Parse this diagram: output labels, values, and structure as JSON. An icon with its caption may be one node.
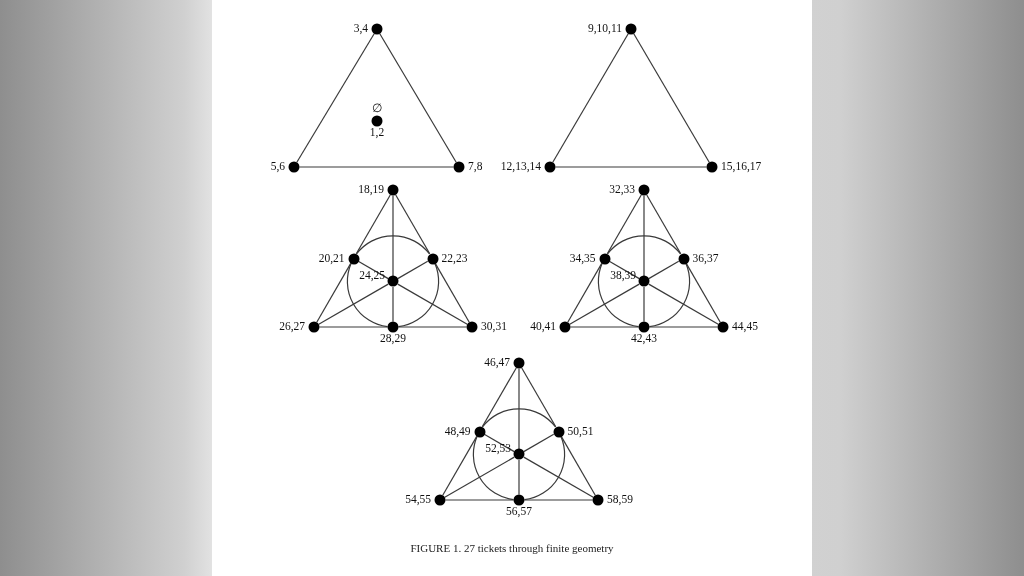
{
  "diagram": {
    "caption": "FIGURE 1. 27 tickets through finite geometry",
    "nodes": [
      {
        "text": [],
        "shape": "circle",
        "beside": [
          "3,4"
        ]
      },
      {
        "text": [],
        "shape": "circle",
        "beside": [
          "∅",
          "1,2"
        ]
      },
      {
        "text": [],
        "shape": "circle",
        "beside": [
          "5,6"
        ]
      },
      {
        "text": [],
        "shape": "circle",
        "beside": [
          "7,8"
        ]
      },
      {
        "text": [],
        "shape": "circle",
        "beside": [
          "9,10,11"
        ]
      },
      {
        "text": [],
        "shape": "circle",
        "beside": [
          "12,13,14"
        ]
      },
      {
        "text": [],
        "shape": "circle",
        "beside": [
          "15,16,17"
        ]
      },
      {
        "text": [],
        "shape": "circle",
        "beside": [
          "18,19"
        ]
      },
      {
        "text": [],
        "shape": "circle",
        "beside": [
          "20,21"
        ]
      },
      {
        "text": [],
        "shape": "circle",
        "beside": [
          "22,23"
        ]
      },
      {
        "text": [],
        "shape": "circle",
        "beside": [
          "24,25"
        ]
      },
      {
        "text": [],
        "shape": "circle",
        "beside": [
          "26,27"
        ]
      },
      {
        "text": [],
        "shape": "circle",
        "beside": [
          "28,29"
        ]
      },
      {
        "text": [],
        "shape": "circle",
        "beside": [
          "30,31"
        ]
      },
      {
        "text": [],
        "shape": "circle",
        "beside": [
          "32,33"
        ]
      },
      {
        "text": [],
        "shape": "circle",
        "beside": [
          "34,35"
        ]
      },
      {
        "text": [],
        "shape": "circle",
        "beside": [
          "36,37"
        ]
      },
      {
        "text": [],
        "shape": "circle",
        "beside": [
          "38,39"
        ]
      },
      {
        "text": [],
        "shape": "circle",
        "beside": [
          "40,41"
        ]
      },
      {
        "text": [],
        "shape": "circle",
        "beside": [
          "42,43"
        ]
      },
      {
        "text": [],
        "shape": "circle",
        "beside": [
          "44,45"
        ]
      },
      {
        "text": [],
        "shape": "circle",
        "beside": [
          "46,47"
        ]
      },
      {
        "text": [],
        "shape": "circle",
        "beside": [
          "48,49"
        ]
      },
      {
        "text": [],
        "shape": "circle",
        "beside": [
          "50,51"
        ]
      },
      {
        "text": [],
        "shape": "circle",
        "beside": [
          "52,53"
        ]
      },
      {
        "text": [],
        "shape": "circle",
        "beside": [
          "54,55"
        ]
      },
      {
        "text": [],
        "shape": "circle",
        "beside": [
          "56,57"
        ]
      },
      {
        "text": [],
        "shape": "circle",
        "beside": [
          "58,59"
        ]
      }
    ],
    "edges": [
      {
        "from": 0,
        "to": 2,
        "arrow": "none"
      },
      {
        "from": 0,
        "to": 3,
        "arrow": "none"
      },
      {
        "from": 2,
        "to": 3,
        "arrow": "none"
      },
      {
        "from": 4,
        "to": 5,
        "arrow": "none"
      },
      {
        "from": 4,
        "to": 6,
        "arrow": "none"
      },
      {
        "from": 5,
        "to": 6,
        "arrow": "none"
      },
      {
        "from": 7,
        "to": 8,
        "arrow": "none"
      },
      {
        "from": 8,
        "to": 11,
        "arrow": "none"
      },
      {
        "from": 7,
        "to": 9,
        "arrow": "none"
      },
      {
        "from": 9,
        "to": 13,
        "arrow": "none"
      },
      {
        "from": 11,
        "to": 12,
        "arrow": "none"
      },
      {
        "from": 12,
        "to": 13,
        "arrow": "none"
      },
      {
        "from": 7,
        "to": 10,
        "arrow": "none"
      },
      {
        "from": 10,
        "to": 12,
        "arrow": "none"
      },
      {
        "from": 8,
        "to": 10,
        "arrow": "none"
      },
      {
        "from": 10,
        "to": 13,
        "arrow": "none"
      },
      {
        "from": 9,
        "to": 10,
        "arrow": "none"
      },
      {
        "from": 10,
        "to": 11,
        "arrow": "none"
      },
      {
        "from": 8,
        "to": 9,
        "arrow": "none"
      },
      {
        "from": 9,
        "to": 12,
        "arrow": "none"
      },
      {
        "from": 12,
        "to": 8,
        "arrow": "none"
      },
      {
        "from": 14,
        "to": 15,
        "arrow": "none"
      },
      {
        "from": 15,
        "to": 18,
        "arrow": "none"
      },
      {
        "from": 14,
        "to": 16,
        "arrow": "none"
      },
      {
        "from": 16,
        "to": 20,
        "arrow": "none"
      },
      {
        "from": 18,
        "to": 19,
        "arrow": "none"
      },
      {
        "from": 19,
        "to": 20,
        "arrow": "none"
      },
      {
        "from": 14,
        "to": 17,
        "arrow": "none"
      },
      {
        "from": 17,
        "to": 19,
        "arrow": "none"
      },
      {
        "from": 15,
        "to": 17,
        "arrow": "none"
      },
      {
        "from": 17,
        "to": 20,
        "arrow": "none"
      },
      {
        "from": 16,
        "to": 17,
        "arrow": "none"
      },
      {
        "from": 17,
        "to": 18,
        "arrow": "none"
      },
      {
        "from": 15,
        "to": 16,
        "arrow": "none"
      },
      {
        "from": 16,
        "to": 19,
        "arrow": "none"
      },
      {
        "from": 19,
        "to": 15,
        "arrow": "none"
      },
      {
        "from": 21,
        "to": 22,
        "arrow": "none"
      },
      {
        "from": 22,
        "to": 25,
        "arrow": "none"
      },
      {
        "from": 21,
        "to": 23,
        "arrow": "none"
      },
      {
        "from": 23,
        "to": 27,
        "arrow": "none"
      },
      {
        "from": 25,
        "to": 26,
        "arrow": "none"
      },
      {
        "from": 26,
        "to": 27,
        "arrow": "none"
      },
      {
        "from": 21,
        "to": 24,
        "arrow": "none"
      },
      {
        "from": 24,
        "to": 26,
        "arrow": "none"
      },
      {
        "from": 22,
        "to": 24,
        "arrow": "none"
      },
      {
        "from": 24,
        "to": 27,
        "arrow": "none"
      },
      {
        "from": 23,
        "to": 24,
        "arrow": "none"
      },
      {
        "from": 24,
        "to": 25,
        "arrow": "none"
      },
      {
        "from": 22,
        "to": 23,
        "arrow": "none"
      },
      {
        "from": 23,
        "to": 26,
        "arrow": "none"
      },
      {
        "from": 26,
        "to": 22,
        "arrow": "none"
      }
    ]
  }
}
